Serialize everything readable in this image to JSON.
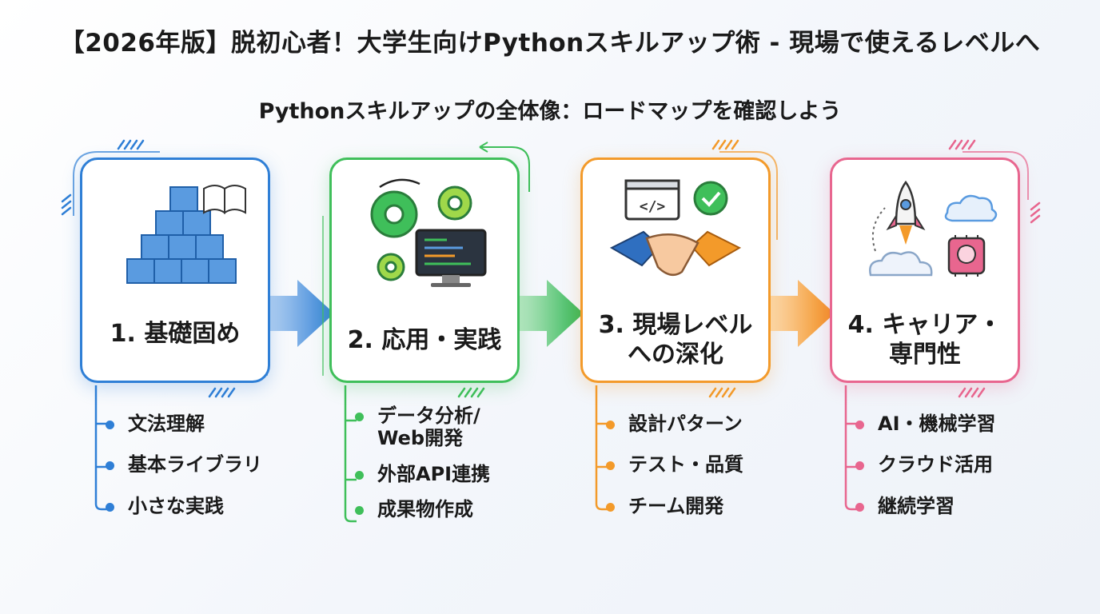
{
  "title": "【2026年版】脱初心者！大学生向けPythonスキルアップ術 - 現場で使えるレベルへ",
  "subtitle": "Pythonスキルアップの全体像：ロードマップを確認しよう",
  "colors": {
    "blue": "#2f7fd6",
    "green": "#3fbf5a",
    "orange": "#f39a2a",
    "pink": "#e8668f"
  },
  "steps": [
    {
      "label": "1. 基礎固め",
      "icon": "blocks-and-book-icon",
      "items": [
        "文法理解",
        "基本ライブラリ",
        "小さな実践"
      ]
    },
    {
      "label": "2. 応用・実践",
      "icon": "gears-and-monitor-icon",
      "items": [
        "データ分析/\nWeb開発",
        "外部API連携",
        "成果物作成"
      ]
    },
    {
      "label": "3. 現場レベル\nへの深化",
      "icon": "handshake-code-icon",
      "items": [
        "設計パターン",
        "テスト・品質",
        "チーム開発"
      ]
    },
    {
      "label": "4. キャリア・\n専門性",
      "icon": "rocket-cloud-ai-icon",
      "items": [
        "AI・機械学習",
        "クラウド活用",
        "継続学習"
      ]
    }
  ]
}
